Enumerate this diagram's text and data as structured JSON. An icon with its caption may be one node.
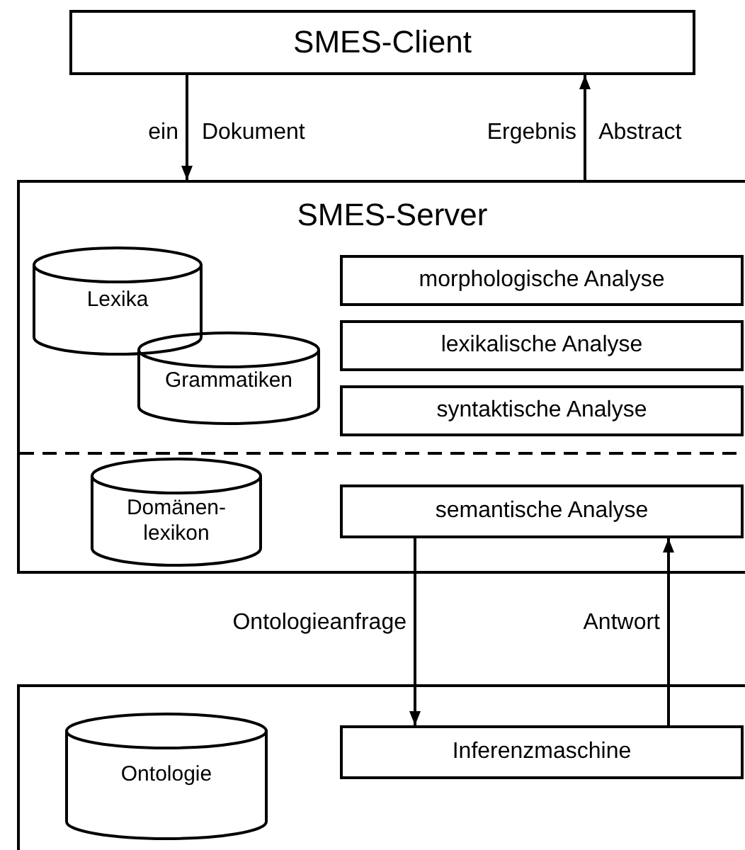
{
  "diagram": {
    "nodes": [
      {
        "text": [
          "SMES-Client"
        ]
      },
      {
        "text": [
          "SMES-Server"
        ]
      },
      {
        "text": [
          "Lexika"
        ],
        "in": 1
      },
      {
        "text": [
          "Grammatiken"
        ],
        "in": 1
      },
      {
        "text": [
          "morphologische Analyse"
        ],
        "in": 1
      },
      {
        "text": [
          "lexikalische Analyse"
        ],
        "in": 1
      },
      {
        "text": [
          "syntaktische Analyse"
        ],
        "in": 1
      },
      {
        "text": [
          "Domänen- lexikon"
        ],
        "in": 1
      },
      {
        "text": [
          "semantische Analyse"
        ],
        "in": 1
      },
      {
        "text": [],
        "shape": "box"
      },
      {
        "text": [
          "Ontologie"
        ],
        "in": 9
      },
      {
        "text": [
          "Inferenzmaschine"
        ],
        "in": 9
      }
    ],
    "edges": [
      {
        "from": 0,
        "to": 1,
        "arrow": "to",
        "label": "ein Dokument"
      },
      {
        "from": 1,
        "to": 0,
        "arrow": "to",
        "label": "Ergebnis Abstract"
      },
      {
        "from": 8,
        "to": 11,
        "arrow": "to",
        "label": "Ontologieanfrage"
      },
      {
        "from": 11,
        "to": 8,
        "arrow": "to",
        "label": "Antwort"
      }
    ]
  }
}
